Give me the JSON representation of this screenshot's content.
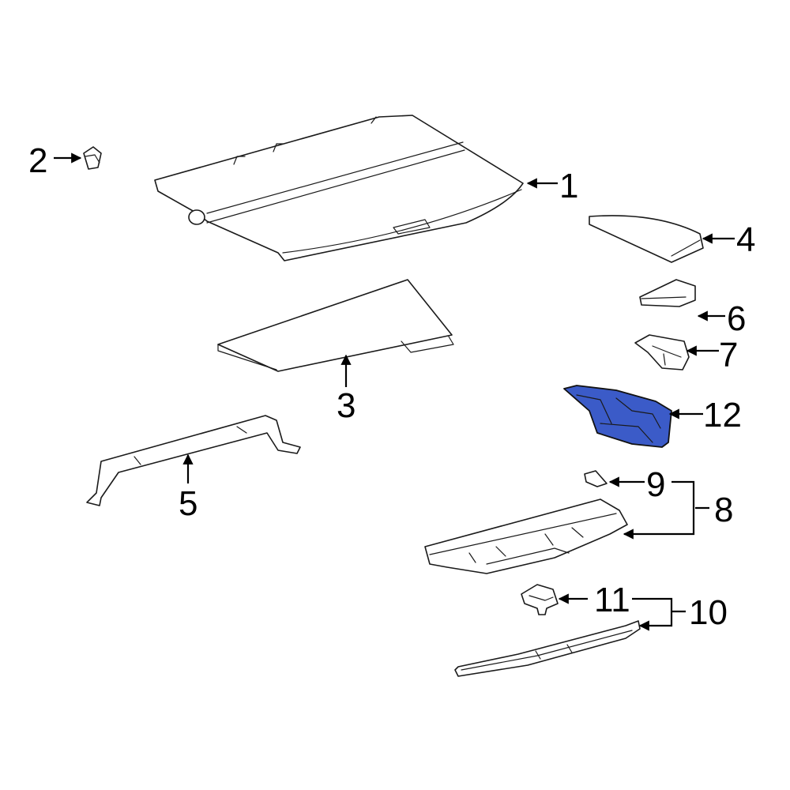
{
  "colors": {
    "highlight": "#3b5bc8",
    "line": "#1a1a1a",
    "background": "#ffffff"
  },
  "labels": {
    "p1": "1",
    "p2": "2",
    "p3": "3",
    "p4": "4",
    "p5": "5",
    "p6": "6",
    "p7": "7",
    "p8": "8",
    "p9": "9",
    "p10": "10",
    "p11": "11",
    "p12": "12"
  },
  "highlighted_part": "12"
}
